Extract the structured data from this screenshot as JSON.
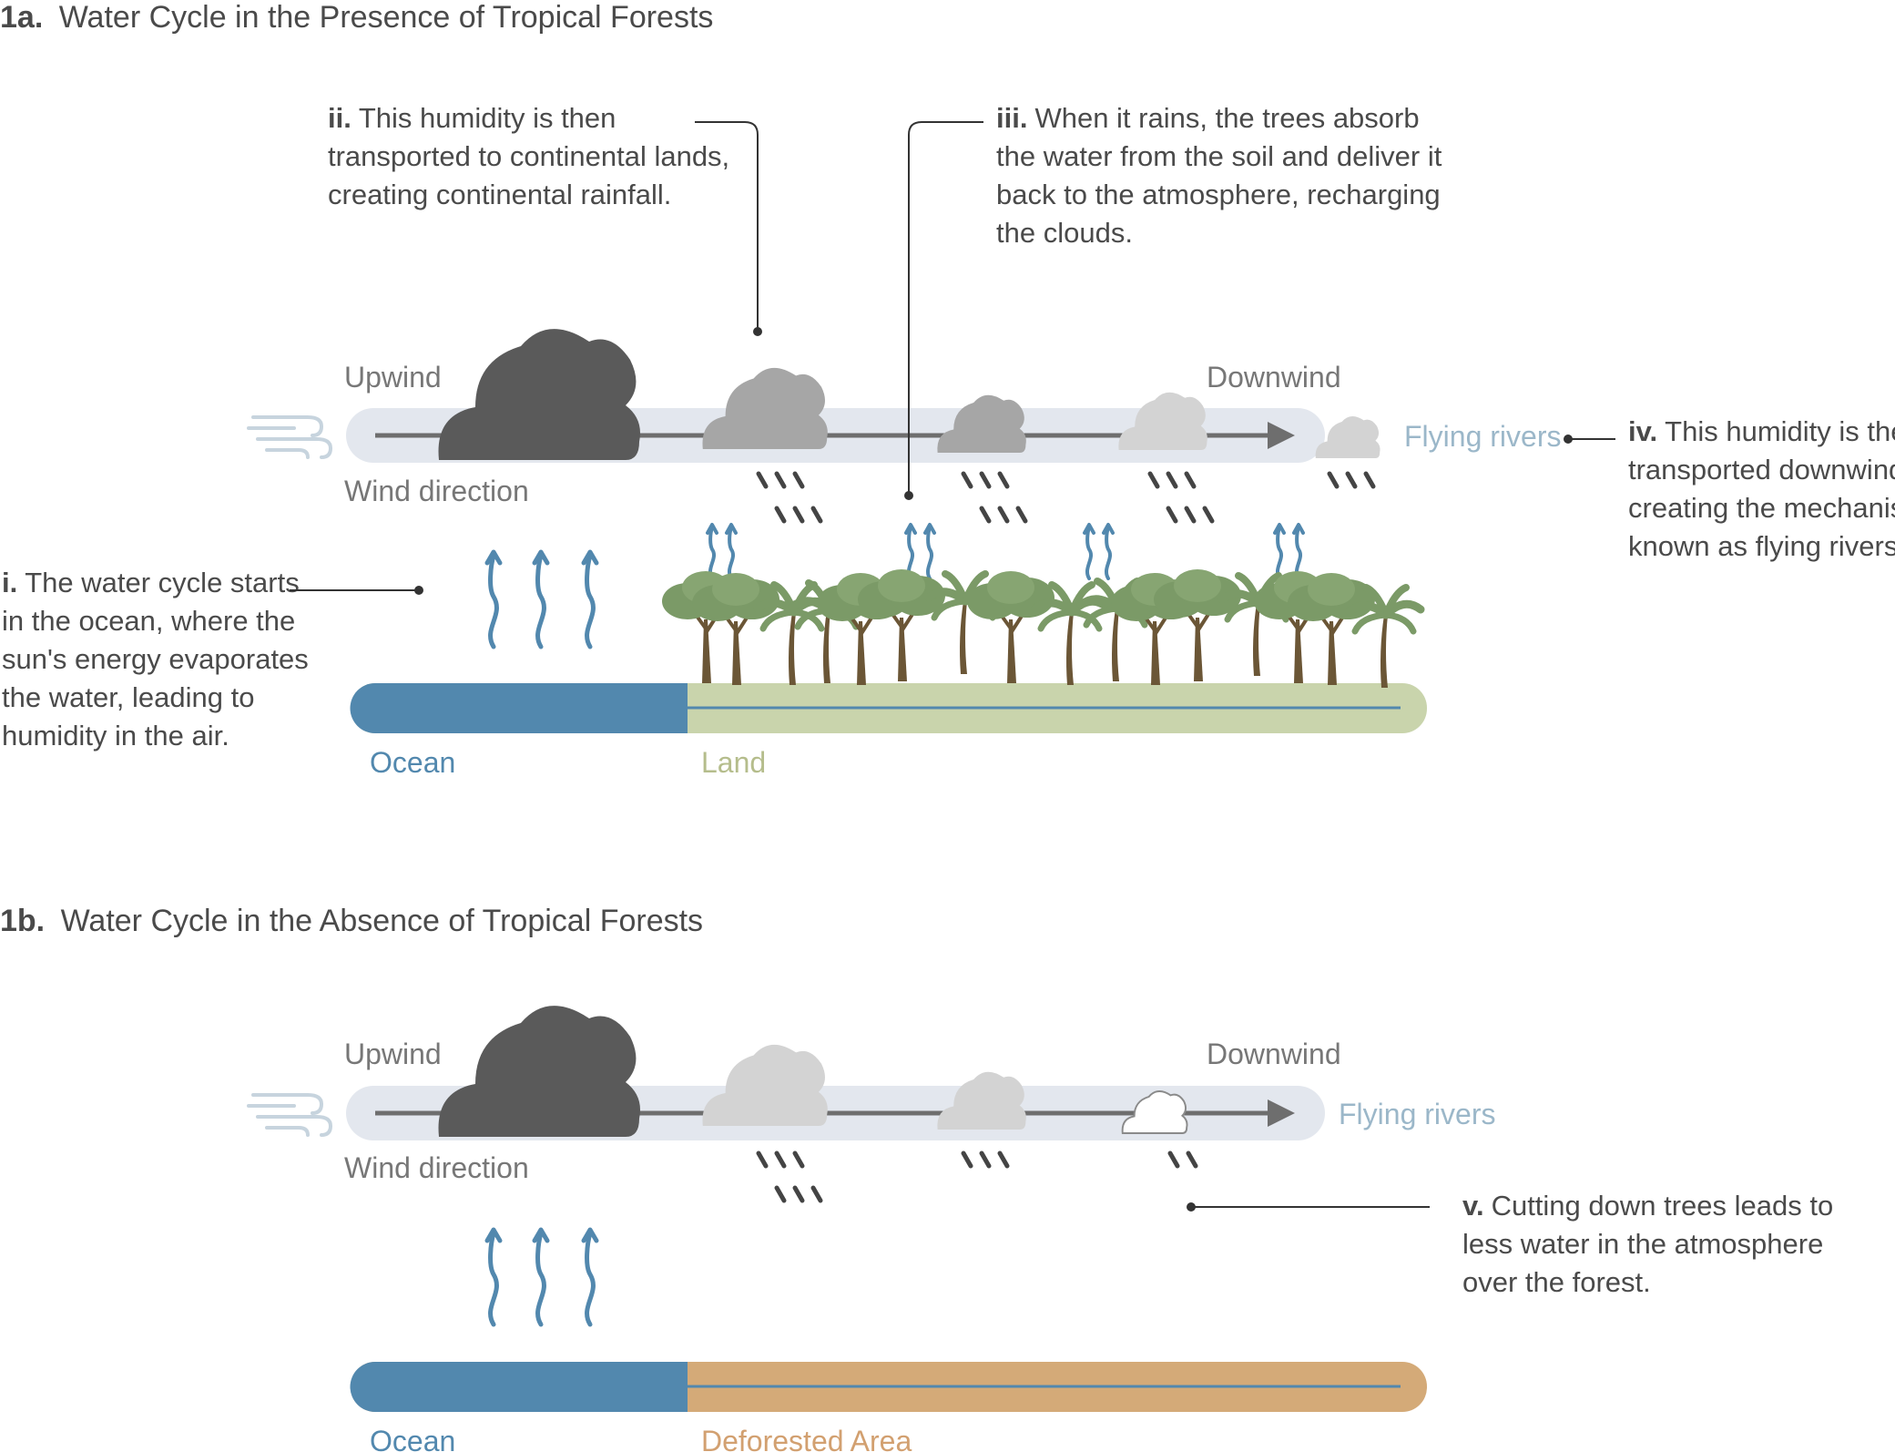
{
  "panel_a": {
    "title_num": "1a.",
    "title": "Water Cycle in the Presence of Tropical Forests",
    "upwind": "Upwind",
    "downwind": "Downwind",
    "wind_direction": "Wind direction",
    "flying_rivers": "Flying rivers",
    "ocean": "Ocean",
    "land": "Land",
    "note_i": {
      "num": "i.",
      "lines": [
        "The water cycle starts",
        "in the ocean, where the",
        "sun's energy evaporates",
        "the water, leading to",
        "humidity in the air."
      ]
    },
    "note_ii": {
      "num": "ii.",
      "lines": [
        "This humidity is then",
        "transported to continental lands,",
        "creating continental rainfall."
      ]
    },
    "note_iii": {
      "num": "iii.",
      "lines": [
        "When it rains, the trees absorb",
        "the water from the soil and deliver it",
        "back to the atmosphere, recharging",
        "the clouds."
      ]
    },
    "note_iv": {
      "num": "iv.",
      "lines": [
        "This humidity is then",
        "transported downwind,",
        "creating the mechanism",
        "known as flying rivers."
      ]
    }
  },
  "panel_b": {
    "title_num": "1b.",
    "title": "Water Cycle in the Absence of Tropical Forests",
    "upwind": "Upwind",
    "downwind": "Downwind",
    "wind_direction": "Wind direction",
    "flying_rivers": "Flying rivers",
    "ocean": "Ocean",
    "land": "Deforested Area",
    "note_v": {
      "num": "v.",
      "lines": [
        "Cutting down trees leads to",
        "less water in the atmosphere",
        "over the forest."
      ]
    }
  },
  "colors": {
    "ocean": "#5288ae",
    "land_forest": "#c9d4ac",
    "land_deforested": "#d4aa78",
    "band": "#e3e7ee",
    "cloud_dark": "#5a5a5a",
    "cloud_mid": "#a6a6a6",
    "cloud_light": "#d3d3d3",
    "evaporation_arrow": "#5288ae",
    "flying_rivers_text": "#9bb7c9",
    "land_text": "#b5bd8c",
    "deforested_text": "#d2a070",
    "tree_canopy": "#7b9a67",
    "tree_trunk": "#6b5636"
  },
  "icons": [
    "wind-icon",
    "cloud-icon",
    "rain-icon",
    "evaporation-arrow-icon",
    "tree-icon",
    "palm-tree-icon"
  ]
}
